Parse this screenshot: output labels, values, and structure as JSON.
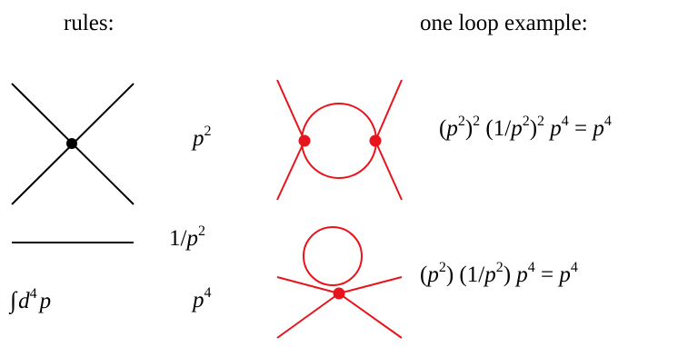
{
  "headings": {
    "rules": "rules:",
    "example": "one loop example:"
  },
  "rules": {
    "vertex_value": {
      "base": "p",
      "exp": "2"
    },
    "propagator_value": {
      "prefix": "1/",
      "base": "p",
      "exp": "2"
    },
    "measure_label": {
      "integral": "∫",
      "d": "d",
      "d_exp": "4",
      "p": "p"
    },
    "measure_value": {
      "base": "p",
      "exp": "4"
    }
  },
  "example": {
    "eq1": {
      "t1_open": "(",
      "t1_base": "p",
      "t1_exp": "2",
      "t1_close": ")",
      "t1_pow": "2",
      "t2_open": "(1/",
      "t2_base": "p",
      "t2_exp": "2",
      "t2_close": ")",
      "t2_pow": "2",
      "t3_base": "p",
      "t3_exp": "4",
      "eq": "=",
      "rhs_base": "p",
      "rhs_exp": "4"
    },
    "eq2": {
      "t1_open": "(",
      "t1_base": "p",
      "t1_exp": "2",
      "t1_close": ")",
      "t2_open": "(1/",
      "t2_base": "p",
      "t2_exp": "2",
      "t2_close": ")",
      "t3_base": "p",
      "t3_exp": "4",
      "eq": "=",
      "rhs_base": "p",
      "rhs_exp": "4"
    }
  },
  "colors": {
    "rules_ink": "#000000",
    "example_ink": "#e8141b"
  }
}
